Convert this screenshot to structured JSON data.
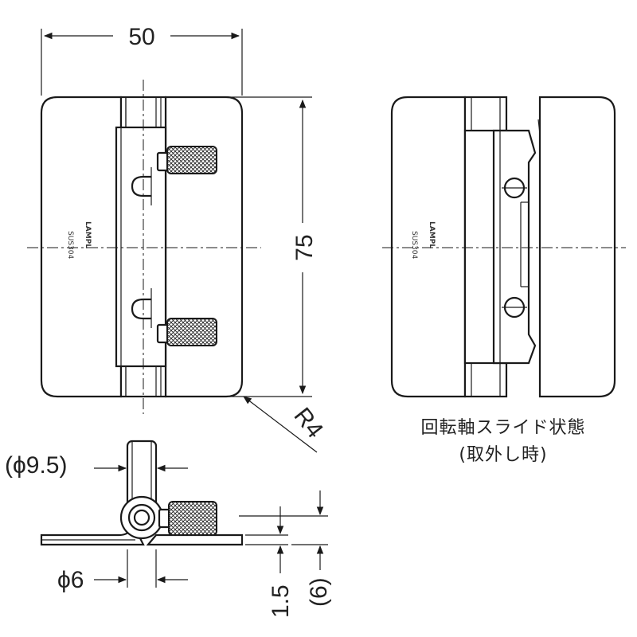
{
  "dimensions": {
    "width": "50",
    "height": "75",
    "radius": "R4",
    "pin_diameter": "(ϕ9.5)",
    "shaft_diameter": "ϕ6",
    "thickness": "1.5",
    "total_thickness": "(6)"
  },
  "labels": {
    "brand": "LAMPL",
    "material": "SUS304",
    "caption_line1": "回転軸スライド状態",
    "caption_line2": "(取外し時)"
  }
}
